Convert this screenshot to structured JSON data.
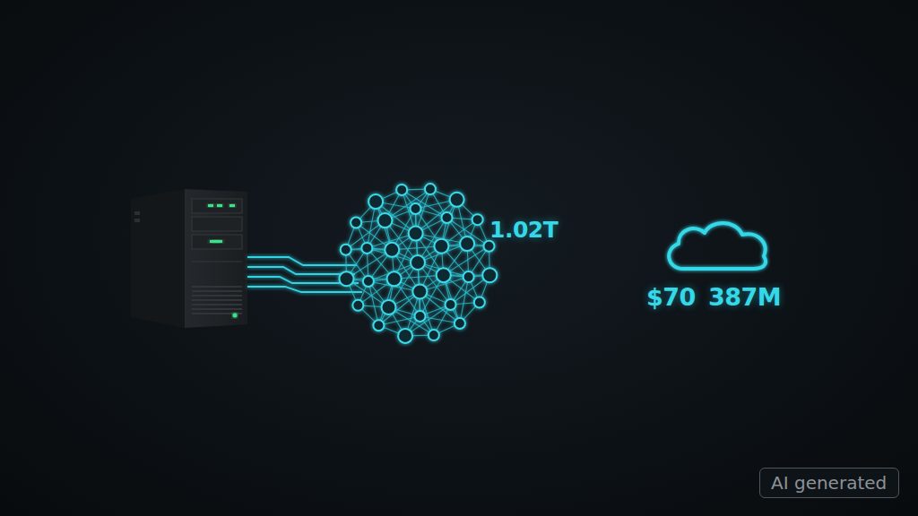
{
  "diagram": {
    "nodes": [
      {
        "text": [
          "AI generated"
        ]
      }
    ],
    "labels": [
      "1.02T",
      "$70",
      "387M"
    ]
  }
}
